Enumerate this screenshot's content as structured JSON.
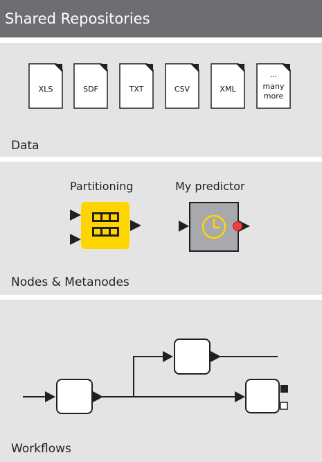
{
  "header": {
    "title": "Shared Repositories"
  },
  "sections": {
    "data": {
      "label": "Data",
      "files": [
        "XLS",
        "SDF",
        "TXT",
        "CSV",
        "XML"
      ],
      "more": {
        "ellipsis": "...",
        "line1": "many",
        "line2": "more"
      }
    },
    "nodes": {
      "label": "Nodes & Metanodes",
      "partitioning_label": "Partitioning",
      "predictor_label": "My predictor"
    },
    "workflows": {
      "label": "Workflows"
    }
  },
  "colors": {
    "header": "#6d6e71",
    "panel": "#e4e4e4",
    "partitioning": "#ffd500",
    "predictor": "#a7a9ac",
    "status_dot": "#ef3e42"
  }
}
